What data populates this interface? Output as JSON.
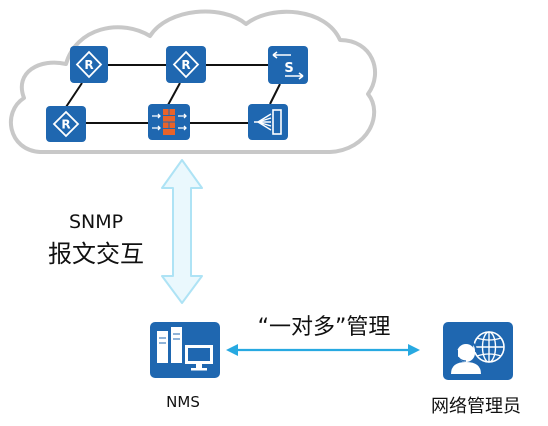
{
  "labels": {
    "snmp_line1": "SNMP",
    "snmp_line2": "报文交互",
    "management": "“一对多”管理",
    "nms": "NMS",
    "admin": "网络管理员"
  },
  "network_devices": [
    {
      "id": "r1",
      "type": "router-icon"
    },
    {
      "id": "r2",
      "type": "router-icon"
    },
    {
      "id": "r3",
      "type": "router-icon"
    },
    {
      "id": "firewall",
      "type": "firewall-icon"
    },
    {
      "id": "switch",
      "type": "switch-icon"
    },
    {
      "id": "lb",
      "type": "load-balancer-icon"
    }
  ],
  "colors": {
    "device_blue": "#1f67b0",
    "cloud_stroke": "#c8c8c8",
    "arrow_light_blue": "#aee3f5",
    "arrow_link": "#27a9e1",
    "firewall_orange": "#e8632a"
  }
}
